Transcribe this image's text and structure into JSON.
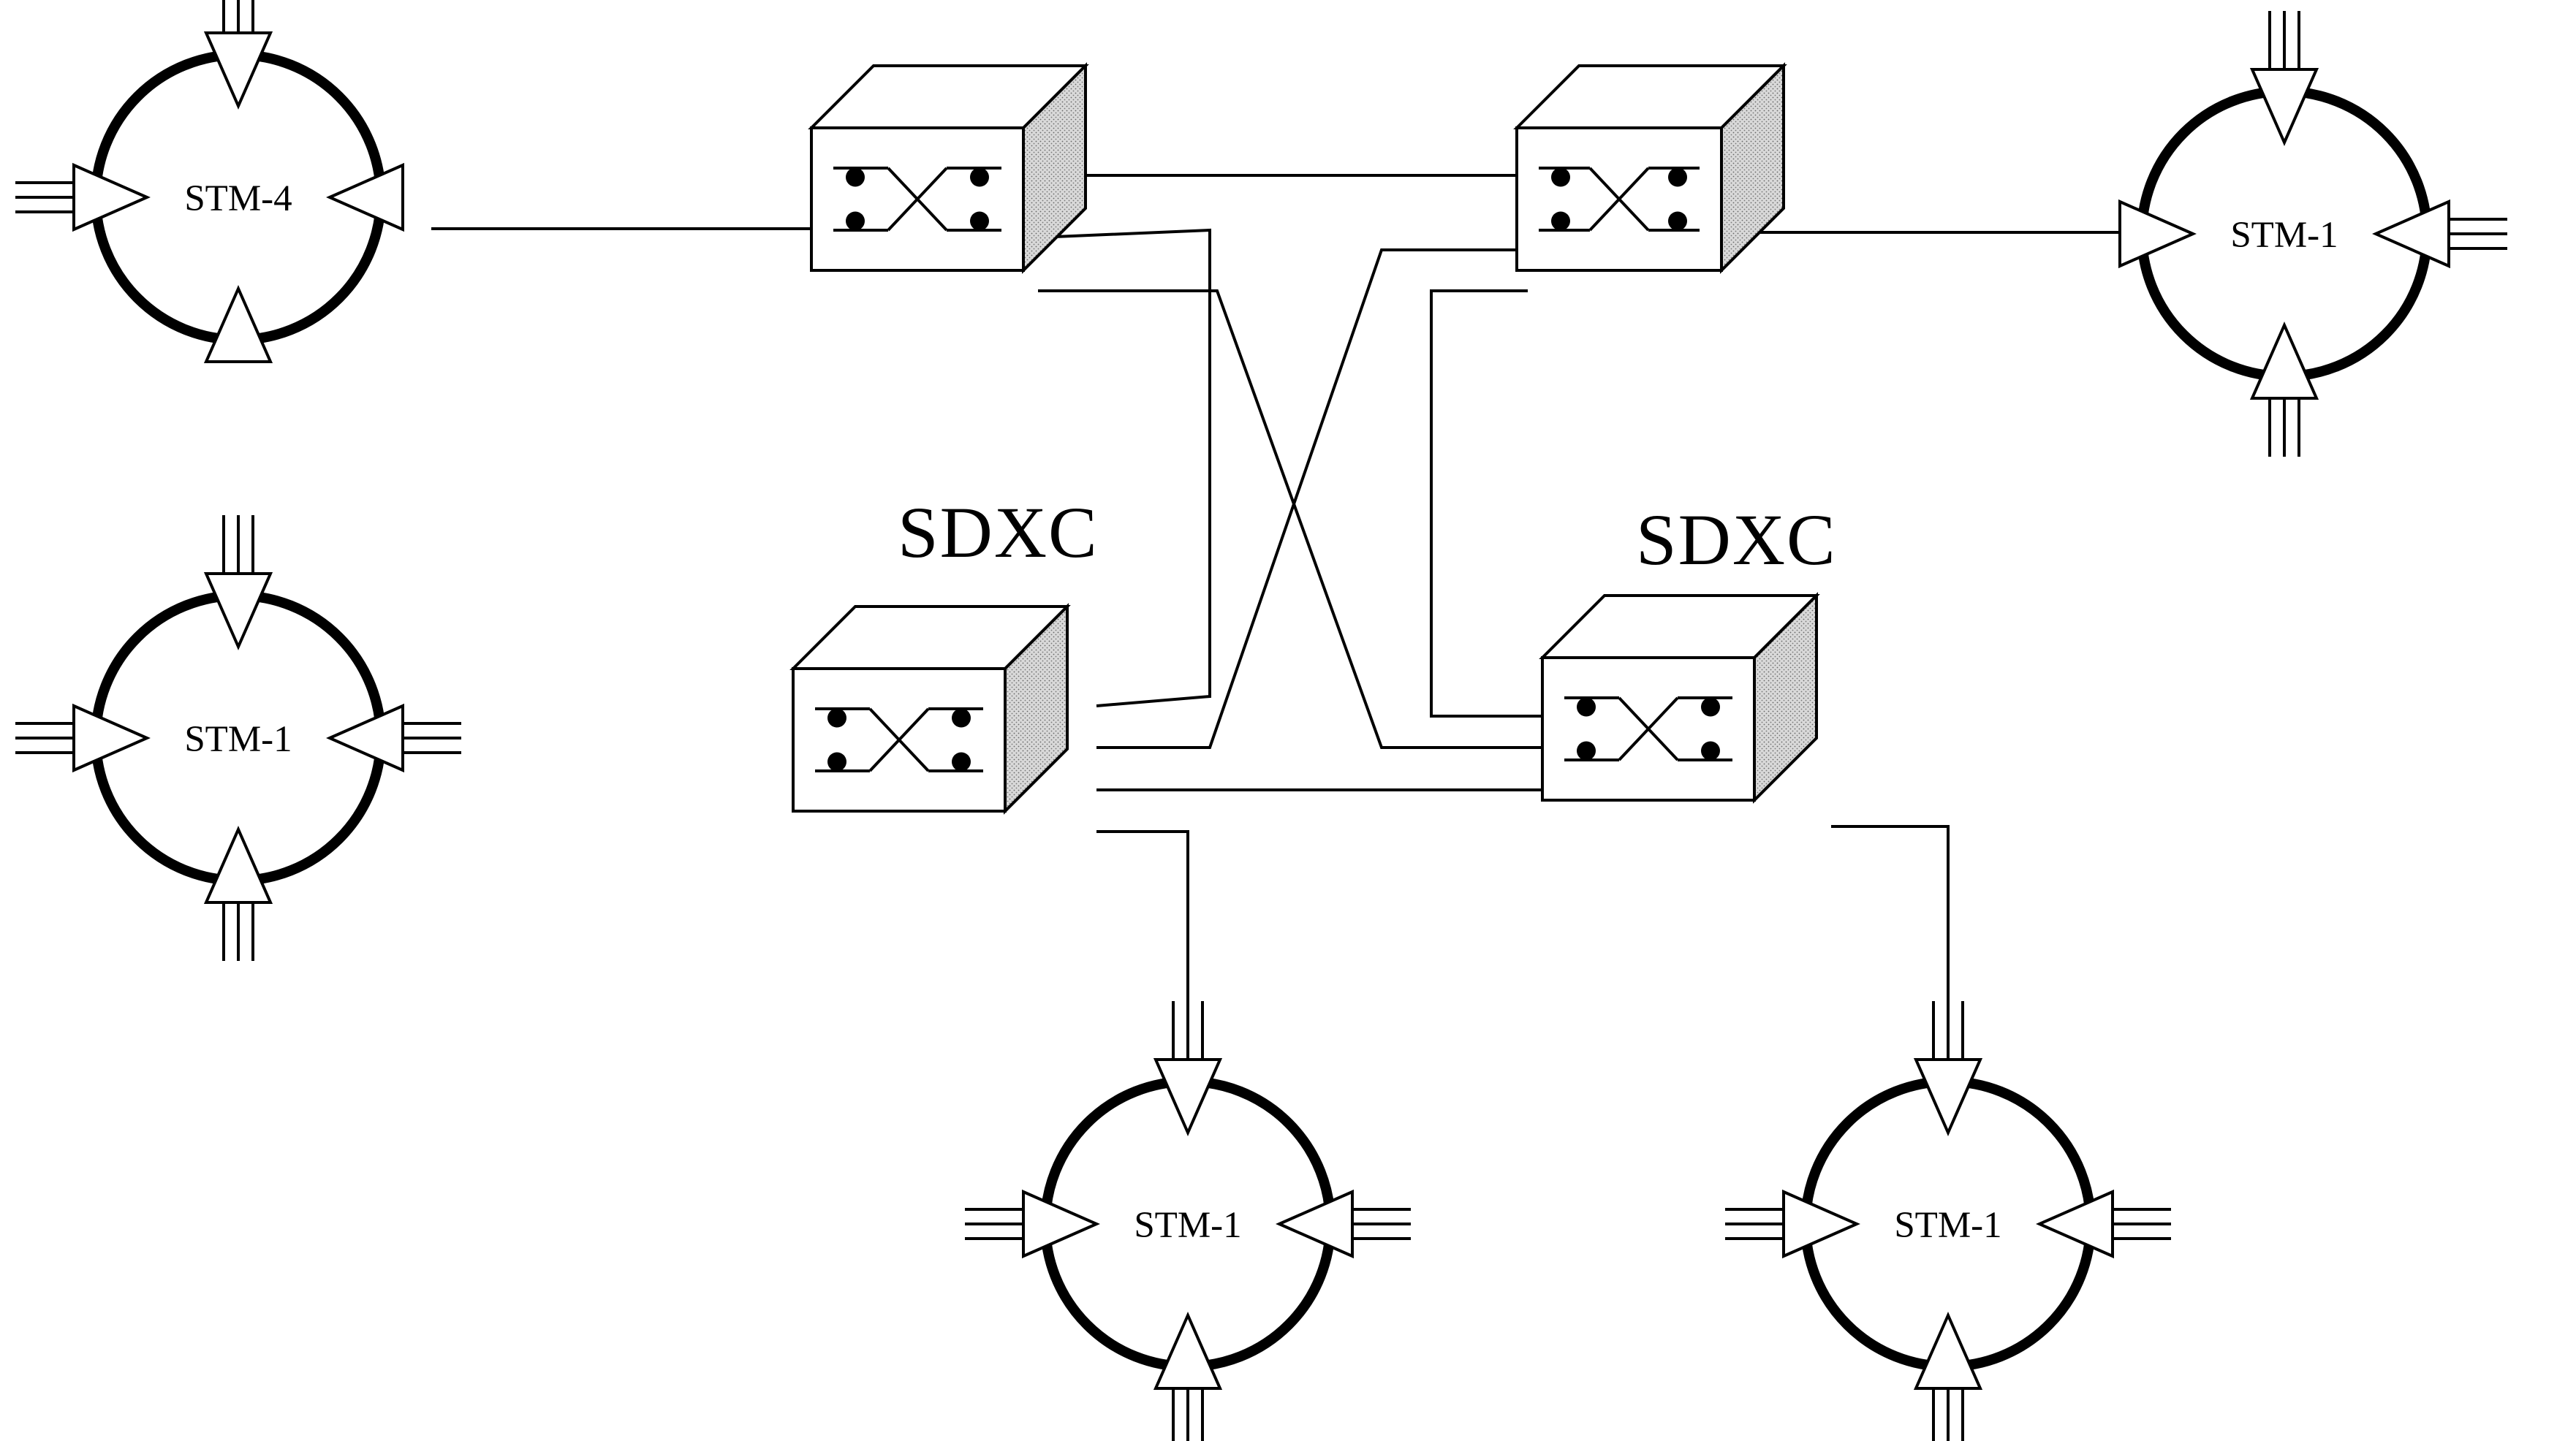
{
  "diagram": {
    "labels": {
      "sdxc_left": "SDXC",
      "sdxc_right": "SDXC"
    },
    "rings": [
      {
        "id": "ring-stm4",
        "label": "STM-4"
      },
      {
        "id": "ring-left-lower",
        "label": "STM-1"
      },
      {
        "id": "ring-right-top",
        "label": "STM-1"
      },
      {
        "id": "ring-bottom-left",
        "label": "STM-1"
      },
      {
        "id": "ring-bottom-right",
        "label": "STM-1"
      }
    ],
    "cross_connects": [
      {
        "id": "sdxc-top-left"
      },
      {
        "id": "sdxc-top-right"
      },
      {
        "id": "sdxc-bottom-left"
      },
      {
        "id": "sdxc-bottom-right"
      }
    ]
  }
}
